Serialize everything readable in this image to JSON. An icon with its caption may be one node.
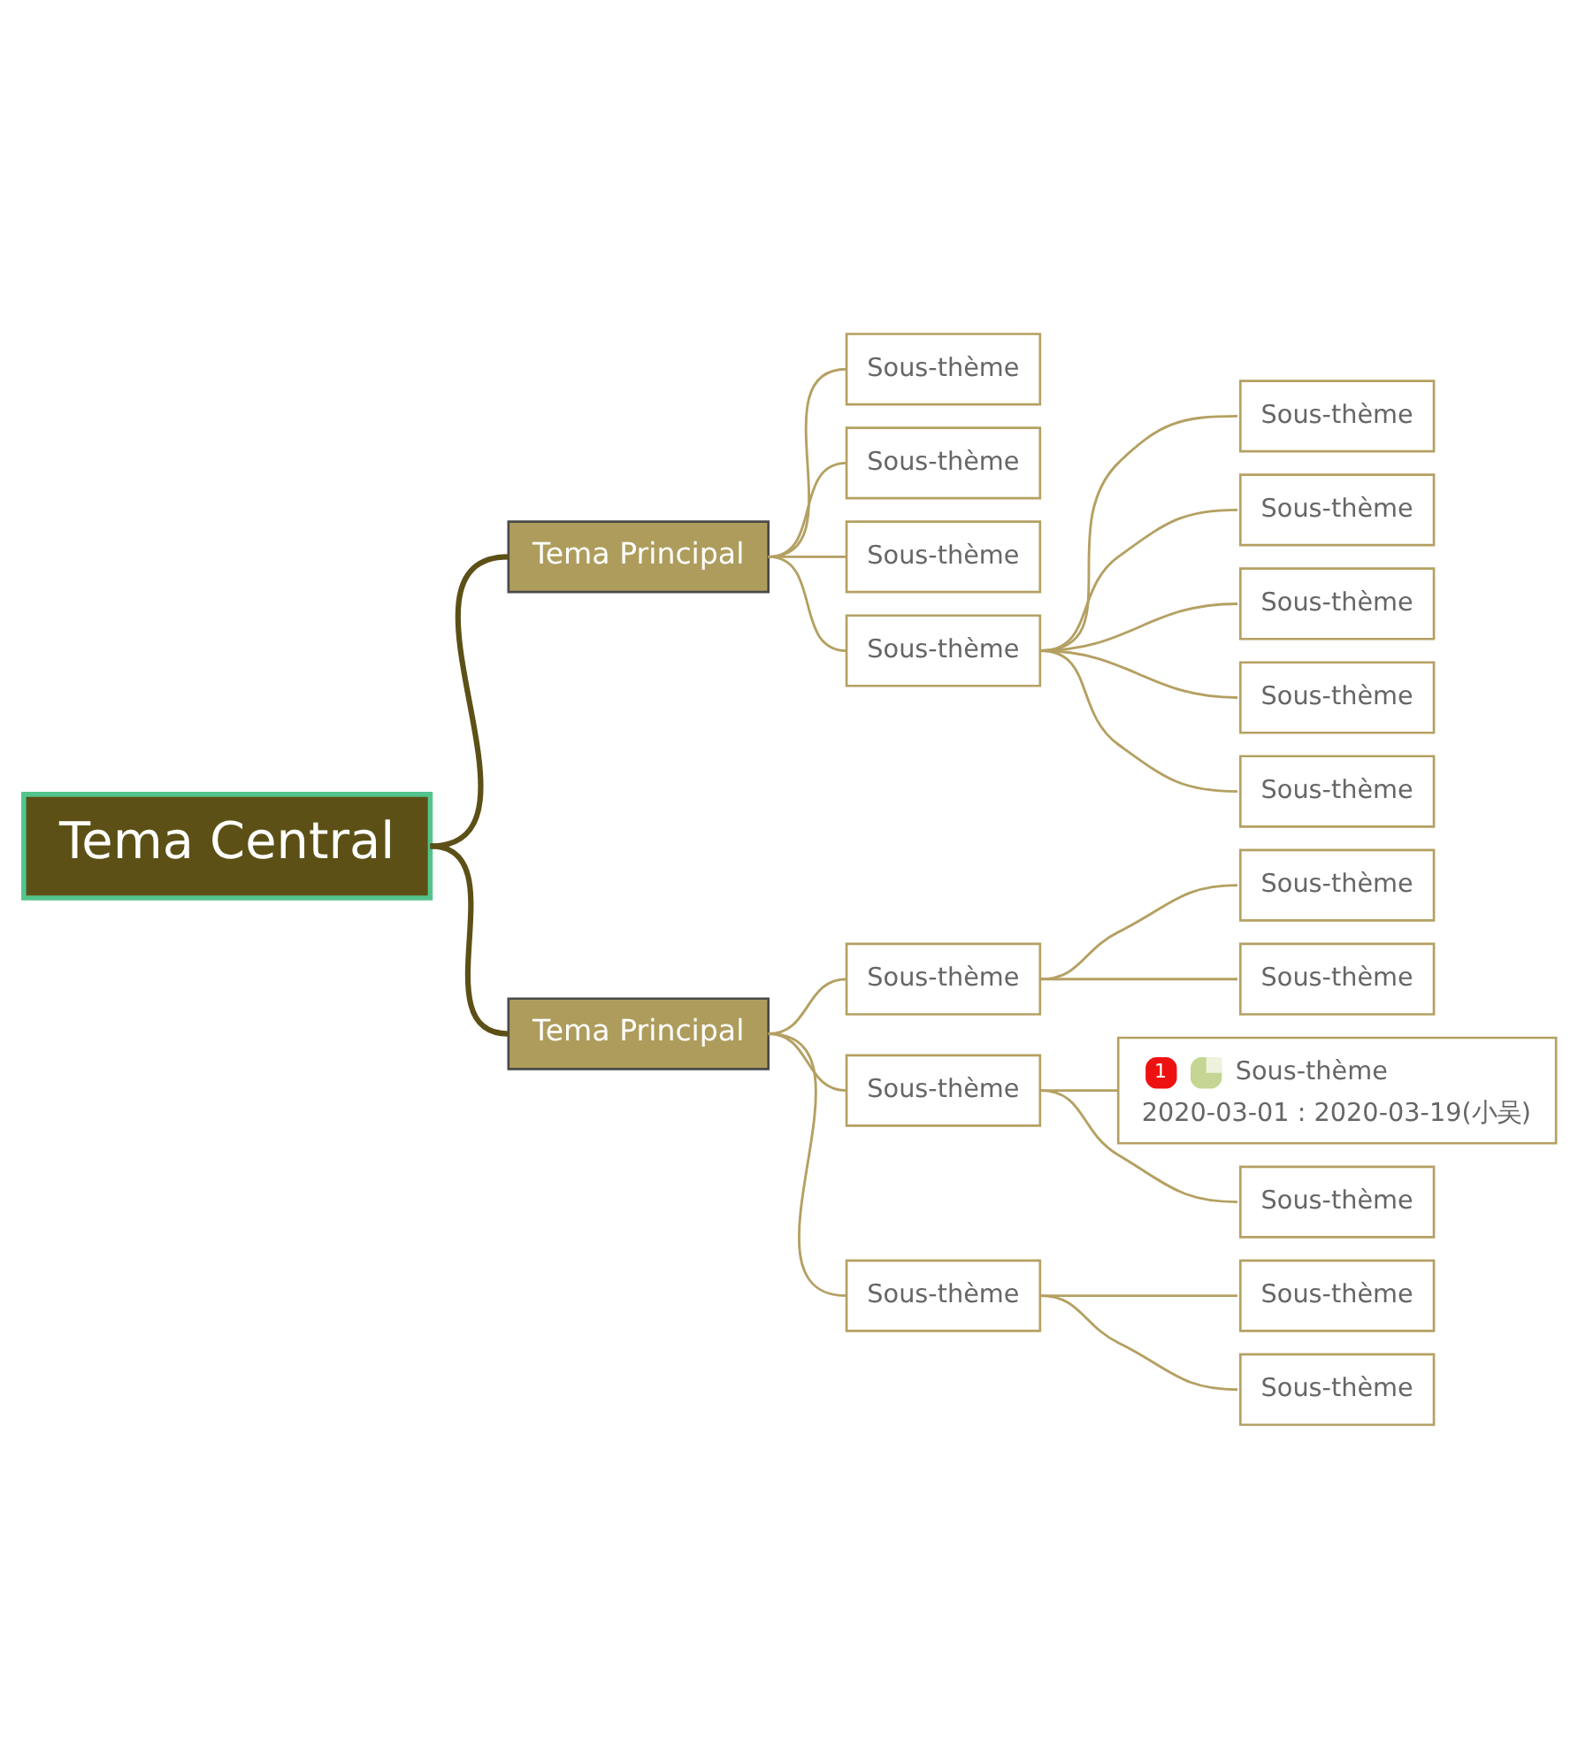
{
  "diagram": {
    "nodes": [
      {
        "text": [
          "Tema Central"
        ]
      },
      {
        "text": [
          "Tema Principal"
        ]
      },
      {
        "text": [
          "Tema Principal"
        ]
      },
      {
        "text": [
          "Sous-thème"
        ]
      },
      {
        "text": [
          "Sous-thème"
        ]
      },
      {
        "text": [
          "Sous-thème"
        ]
      },
      {
        "text": [
          "Sous-thème"
        ]
      },
      {
        "text": [
          "Sous-thème"
        ]
      },
      {
        "text": [
          "Sous-thème"
        ]
      },
      {
        "text": [
          "Sous-thème"
        ]
      },
      {
        "text": [
          "Sous-thème"
        ]
      },
      {
        "text": [
          "Sous-thème"
        ]
      },
      {
        "text": [
          "Sous-thème"
        ]
      },
      {
        "text": [
          "Sous-thème"
        ]
      },
      {
        "text": [
          "Sous-thème"
        ]
      },
      {
        "text": [
          "Sous-thème"
        ]
      },
      {
        "text": [
          "1",
          "Sous-thème",
          "2020-03-01 : 2020-03-19(小吴)"
        ]
      },
      {
        "text": [
          "Sous-thème"
        ]
      },
      {
        "text": [
          "Sous-thème"
        ]
      },
      {
        "text": [
          "Sous-thème"
        ]
      },
      {
        "text": [
          "Sous-thème"
        ]
      }
    ],
    "edges": [
      {
        "from": 0,
        "to": 1,
        "arrow": "none",
        "style": "thick",
        "color": "#5c5016"
      },
      {
        "from": 0,
        "to": 2,
        "arrow": "none",
        "style": "thick",
        "color": "#5c5016"
      },
      {
        "from": 1,
        "to": 3,
        "arrow": "none"
      },
      {
        "from": 1,
        "to": 4,
        "arrow": "none"
      },
      {
        "from": 1,
        "to": 5,
        "arrow": "none"
      },
      {
        "from": 1,
        "to": 6,
        "arrow": "none"
      },
      {
        "from": 6,
        "to": 7,
        "arrow": "none"
      },
      {
        "from": 6,
        "to": 8,
        "arrow": "none"
      },
      {
        "from": 6,
        "to": 9,
        "arrow": "none"
      },
      {
        "from": 6,
        "to": 10,
        "arrow": "none"
      },
      {
        "from": 6,
        "to": 11,
        "arrow": "none"
      },
      {
        "from": 2,
        "to": 12,
        "arrow": "none"
      },
      {
        "from": 12,
        "to": 13,
        "arrow": "none"
      },
      {
        "from": 12,
        "to": 14,
        "arrow": "none"
      },
      {
        "from": 2,
        "to": 15,
        "arrow": "none"
      },
      {
        "from": 15,
        "to": 16,
        "arrow": "none"
      },
      {
        "from": 15,
        "to": 17,
        "arrow": "none"
      },
      {
        "from": 2,
        "to": 18,
        "arrow": "none"
      },
      {
        "from": 18,
        "to": 19,
        "arrow": "none"
      },
      {
        "from": 18,
        "to": 20,
        "arrow": "none"
      }
    ]
  }
}
